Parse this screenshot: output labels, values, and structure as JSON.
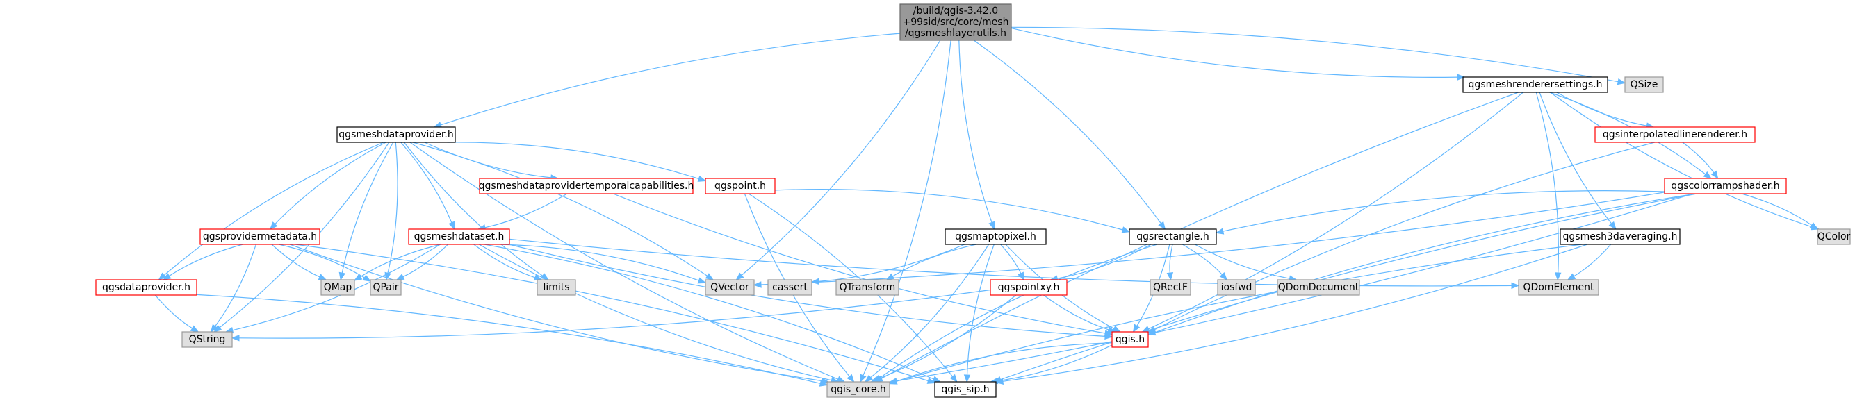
{
  "graph": {
    "colors": {
      "edge": "#63b8ff",
      "root_fill": "#999999",
      "doc_fill": "#ffffff",
      "doc_border": "#000000",
      "nodoc_border": "#ff0000",
      "external_fill": "#e0e0e0",
      "external_border": "#999999"
    },
    "nodes": [
      {
        "id": "root",
        "lines": [
          "/build/qgis-3.42.0",
          "+99sid/src/core/mesh",
          "/qgsmeshlayerutils.h"
        ],
        "kind": "root"
      },
      {
        "id": "dataprov",
        "lines": [
          "qgsmeshdataprovider.h"
        ],
        "kind": "doc"
      },
      {
        "id": "maptopixel",
        "lines": [
          "qgsmaptopixel.h"
        ],
        "kind": "doc"
      },
      {
        "id": "rectangle",
        "lines": [
          "qgsrectangle.h"
        ],
        "kind": "doc"
      },
      {
        "id": "renderset",
        "lines": [
          "qgsmeshrenderersettings.h"
        ],
        "kind": "doc"
      },
      {
        "id": "qsize",
        "lines": [
          "QSize"
        ],
        "kind": "external"
      },
      {
        "id": "interp",
        "lines": [
          "qgsinterpolatedlinerenderer.h"
        ],
        "kind": "nodoc"
      },
      {
        "id": "colorramp",
        "lines": [
          "qgscolorrampshader.h"
        ],
        "kind": "nodoc"
      },
      {
        "id": "qcolor",
        "lines": [
          "QColor"
        ],
        "kind": "external"
      },
      {
        "id": "temporal",
        "lines": [
          "qgsmeshdataprovidertemporalcapabilities.h"
        ],
        "kind": "nodoc"
      },
      {
        "id": "point",
        "lines": [
          "qgspoint.h"
        ],
        "kind": "nodoc"
      },
      {
        "id": "provmeta",
        "lines": [
          "qgsprovidermetadata.h"
        ],
        "kind": "nodoc"
      },
      {
        "id": "dataset",
        "lines": [
          "qgsmeshdataset.h"
        ],
        "kind": "nodoc"
      },
      {
        "id": "averaging",
        "lines": [
          "qgsmesh3daveraging.h"
        ],
        "kind": "doc"
      },
      {
        "id": "sdataprov",
        "lines": [
          "qgsdataprovider.h"
        ],
        "kind": "nodoc"
      },
      {
        "id": "qmap",
        "lines": [
          "QMap"
        ],
        "kind": "external"
      },
      {
        "id": "qpair",
        "lines": [
          "QPair"
        ],
        "kind": "external"
      },
      {
        "id": "limits",
        "lines": [
          "limits"
        ],
        "kind": "external"
      },
      {
        "id": "qvector",
        "lines": [
          "QVector"
        ],
        "kind": "external"
      },
      {
        "id": "cassert",
        "lines": [
          "cassert"
        ],
        "kind": "external"
      },
      {
        "id": "qtransform",
        "lines": [
          "QTransform"
        ],
        "kind": "external"
      },
      {
        "id": "qrectf",
        "lines": [
          "QRectF"
        ],
        "kind": "external"
      },
      {
        "id": "iosfwd",
        "lines": [
          "iosfwd"
        ],
        "kind": "external"
      },
      {
        "id": "qdomdocument",
        "lines": [
          "QDomDocument"
        ],
        "kind": "external"
      },
      {
        "id": "qdomelement",
        "lines": [
          "QDomElement"
        ],
        "kind": "external"
      },
      {
        "id": "pointxy",
        "lines": [
          "qgspointxy.h"
        ],
        "kind": "nodoc"
      },
      {
        "id": "qstring",
        "lines": [
          "QString"
        ],
        "kind": "external"
      },
      {
        "id": "qgis",
        "lines": [
          "qgis.h"
        ],
        "kind": "nodoc"
      },
      {
        "id": "core",
        "lines": [
          "qgis_core.h"
        ],
        "kind": "external"
      },
      {
        "id": "sip",
        "lines": [
          "qgis_sip.h"
        ],
        "kind": "doc"
      }
    ],
    "edges": [
      [
        "root",
        "core"
      ],
      [
        "root",
        "dataprov"
      ],
      [
        "root",
        "qvector"
      ],
      [
        "root",
        "maptopixel"
      ],
      [
        "root",
        "rectangle"
      ],
      [
        "root",
        "renderset"
      ],
      [
        "root",
        "qsize"
      ],
      [
        "dataprov",
        "temporal"
      ],
      [
        "dataprov",
        "point"
      ],
      [
        "dataprov",
        "provmeta"
      ],
      [
        "dataprov",
        "dataset"
      ],
      [
        "dataprov",
        "sdataprov"
      ],
      [
        "dataprov",
        "qstring"
      ],
      [
        "dataprov",
        "qmap"
      ],
      [
        "dataprov",
        "qpair"
      ],
      [
        "dataprov",
        "limits"
      ],
      [
        "dataprov",
        "qvector"
      ],
      [
        "dataprov",
        "core"
      ],
      [
        "temporal",
        "dataset"
      ],
      [
        "temporal",
        "qgis"
      ],
      [
        "point",
        "rectangle"
      ],
      [
        "point",
        "core"
      ],
      [
        "point",
        "sip"
      ],
      [
        "provmeta",
        "sdataprov"
      ],
      [
        "provmeta",
        "qstring"
      ],
      [
        "provmeta",
        "qmap"
      ],
      [
        "provmeta",
        "qpair"
      ],
      [
        "provmeta",
        "core"
      ],
      [
        "provmeta",
        "sip"
      ],
      [
        "sdataprov",
        "qstring"
      ],
      [
        "sdataprov",
        "core"
      ],
      [
        "dataset",
        "qmap"
      ],
      [
        "dataset",
        "qpair"
      ],
      [
        "dataset",
        "limits"
      ],
      [
        "dataset",
        "qvector"
      ],
      [
        "dataset",
        "qdomelement"
      ],
      [
        "dataset",
        "qstring"
      ],
      [
        "dataset",
        "core"
      ],
      [
        "dataset",
        "sip"
      ],
      [
        "dataset",
        "qgis"
      ],
      [
        "maptopixel",
        "cassert"
      ],
      [
        "maptopixel",
        "qtransform"
      ],
      [
        "maptopixel",
        "pointxy"
      ],
      [
        "maptopixel",
        "qgis"
      ],
      [
        "maptopixel",
        "core"
      ],
      [
        "maptopixel",
        "sip"
      ],
      [
        "rectangle",
        "pointxy"
      ],
      [
        "rectangle",
        "qrectf"
      ],
      [
        "rectangle",
        "iosfwd"
      ],
      [
        "rectangle",
        "qdomdocument"
      ],
      [
        "rectangle",
        "qgis"
      ],
      [
        "rectangle",
        "core"
      ],
      [
        "pointxy",
        "qstring"
      ],
      [
        "pointxy",
        "qgis"
      ],
      [
        "pointxy",
        "core"
      ],
      [
        "qgis",
        "core"
      ],
      [
        "qgis",
        "sip"
      ],
      [
        "renderset",
        "interp"
      ],
      [
        "renderset",
        "colorramp"
      ],
      [
        "renderset",
        "qcolor"
      ],
      [
        "renderset",
        "qdomelement"
      ],
      [
        "renderset",
        "averaging"
      ],
      [
        "renderset",
        "qgis"
      ],
      [
        "renderset",
        "core"
      ],
      [
        "interp",
        "colorramp"
      ],
      [
        "interp",
        "qgis"
      ],
      [
        "colorramp",
        "qcolor"
      ],
      [
        "colorramp",
        "rectangle"
      ],
      [
        "colorramp",
        "qvector"
      ],
      [
        "colorramp",
        "qgis"
      ],
      [
        "colorramp",
        "core"
      ],
      [
        "colorramp",
        "sip"
      ],
      [
        "averaging",
        "qdomelement"
      ],
      [
        "averaging",
        "core"
      ],
      [
        "averaging",
        "sip"
      ]
    ]
  }
}
